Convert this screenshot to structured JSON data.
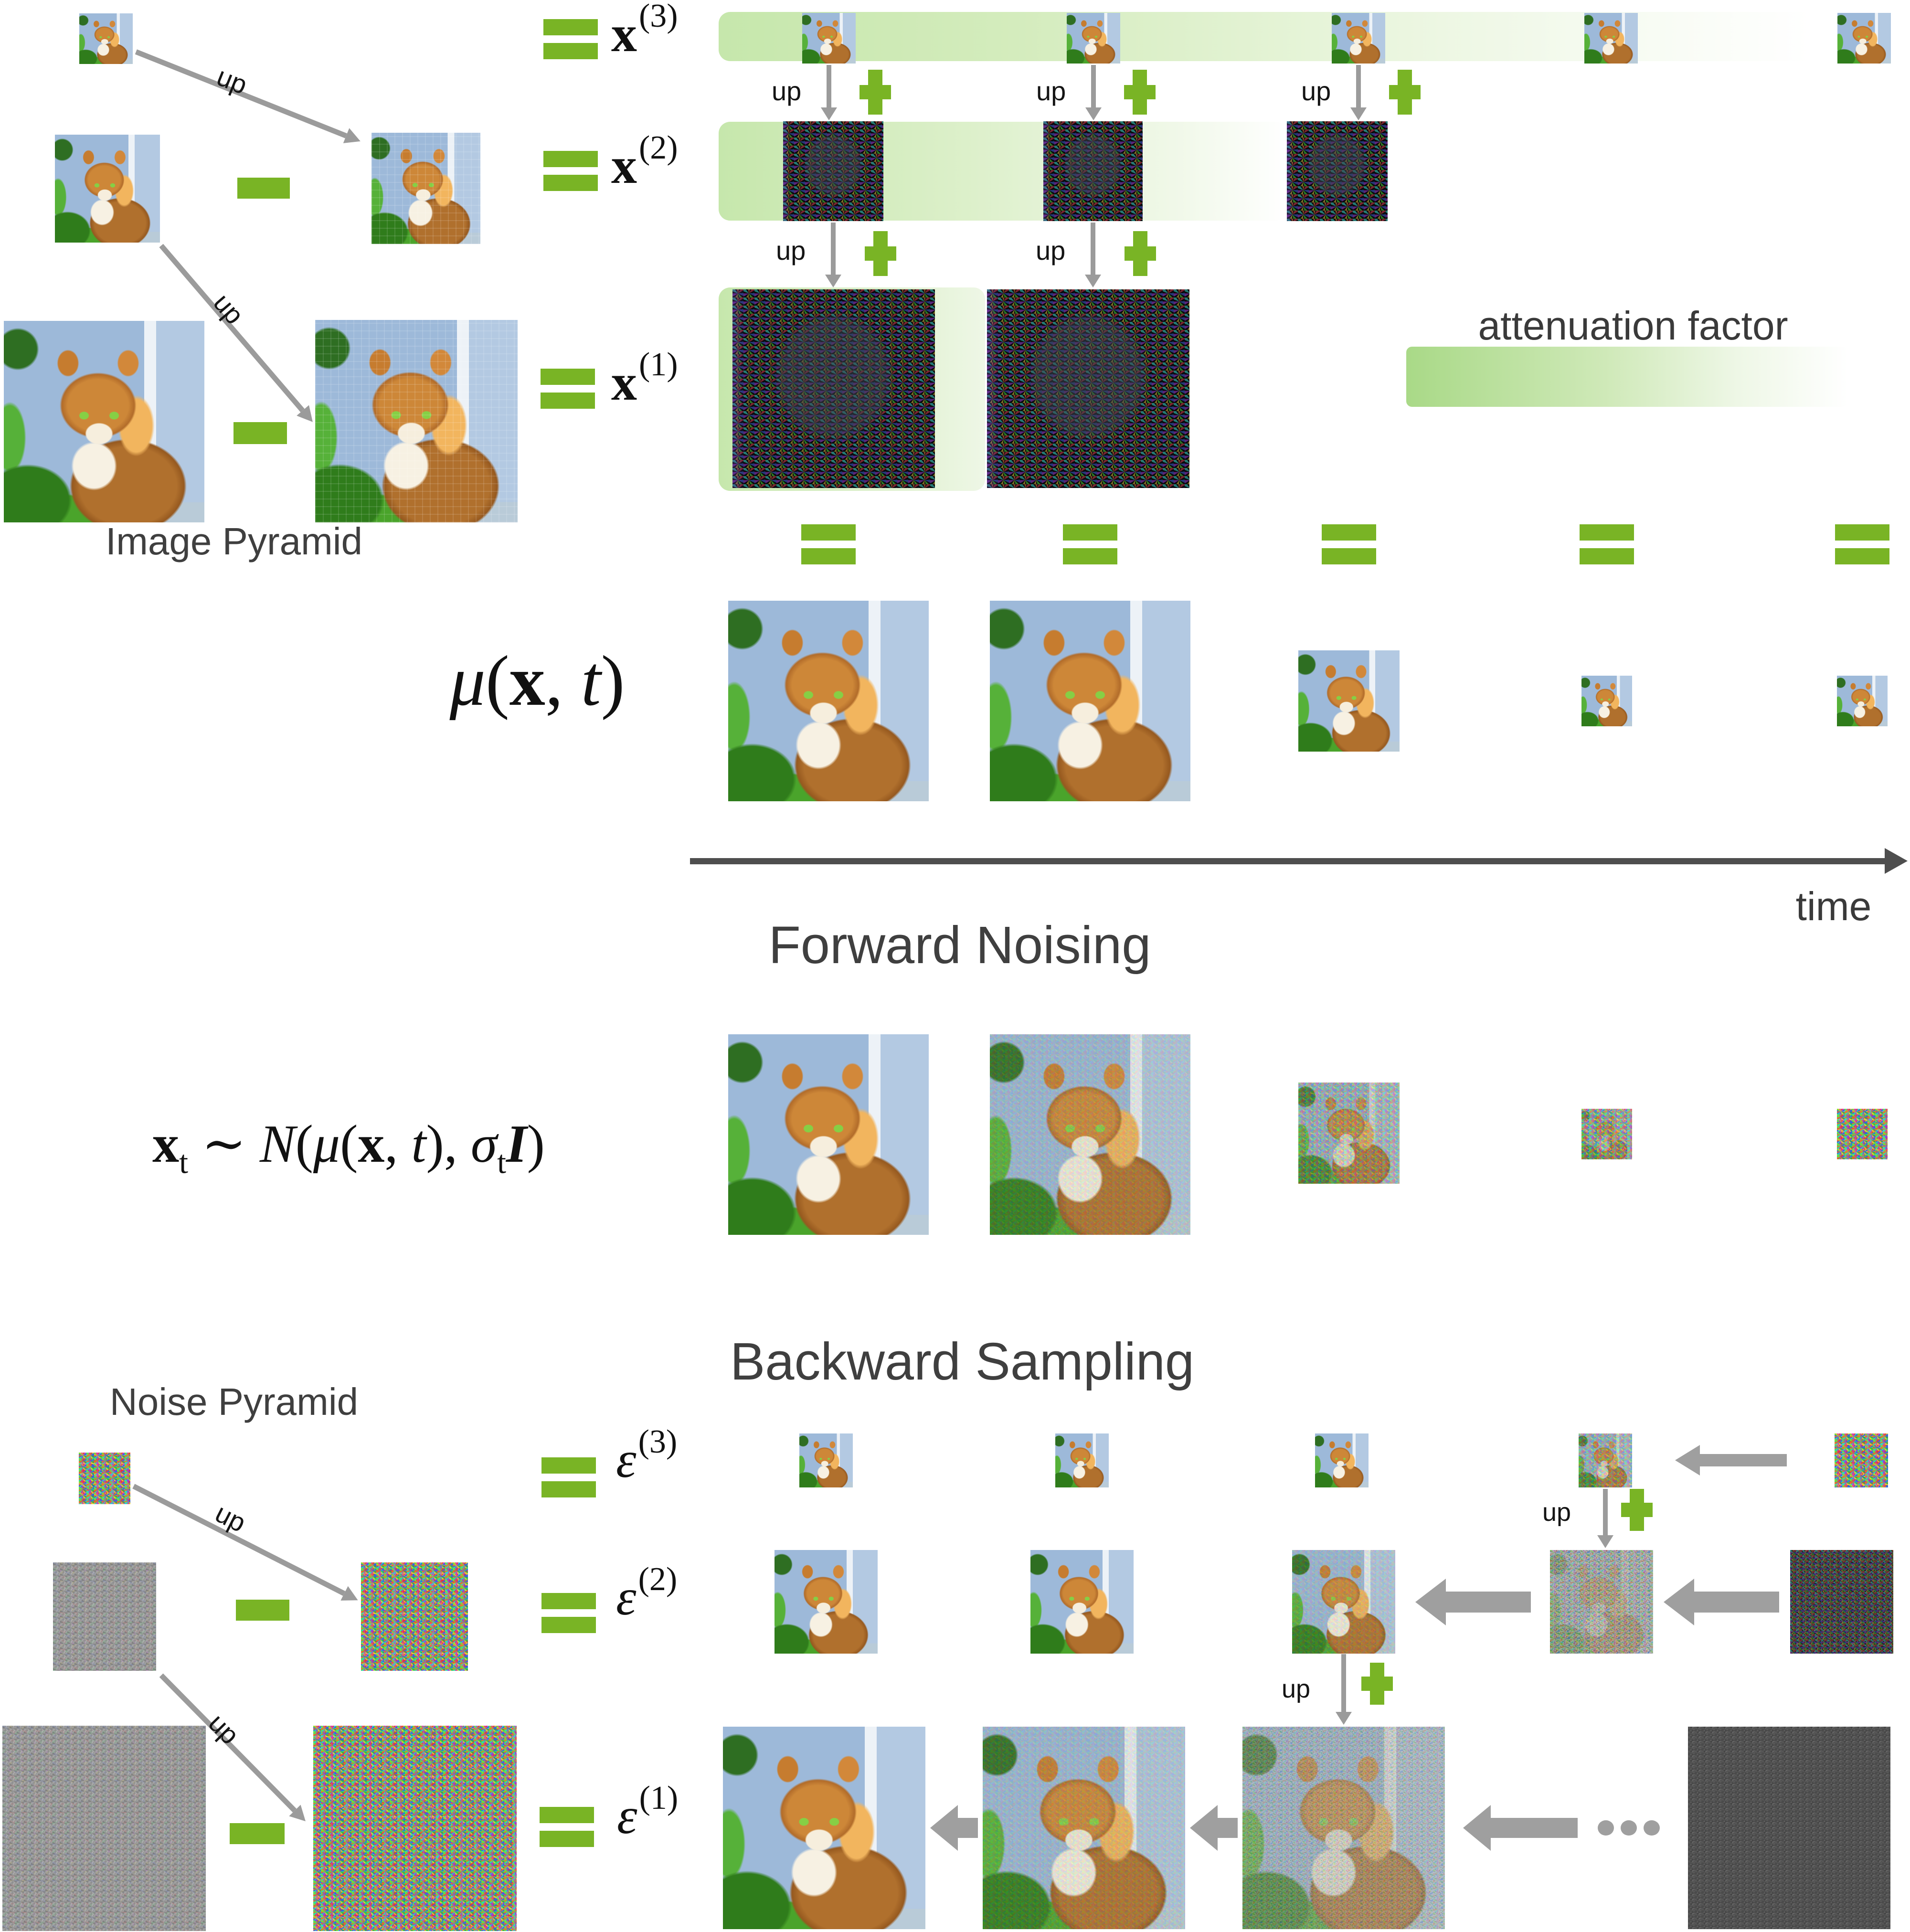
{
  "palette": {
    "accent_green": "#79b425",
    "bar_green": "#c6e7ac",
    "attenuation_green": "#a9d987",
    "arrow_gray": "#9b9b9b",
    "time_arrow_gray": "#4e4e4e",
    "title_gray": "#3f3f3f"
  },
  "labels": {
    "up": "up",
    "image_pyramid": "Image Pyramid",
    "noise_pyramid": "Noise Pyramid",
    "attenuation_factor": "attenuation factor",
    "time": "time",
    "forward_noising": "Forward Noising",
    "backward_sampling": "Backward Sampling"
  },
  "symbols": {
    "x3": {
      "base": "x",
      "sup": "(3)"
    },
    "x2": {
      "base": "x",
      "sup": "(2)"
    },
    "x1": {
      "base": "x",
      "sup": "(1)"
    },
    "eps3": {
      "base": "ε",
      "sup": "(3)"
    },
    "eps2": {
      "base": "ε",
      "sup": "(2)"
    },
    "eps1": {
      "base": "ε",
      "sup": "(1)"
    }
  },
  "mu_label": {
    "mu": "μ",
    "open": "(",
    "x": "x",
    "comma": ", ",
    "t": "t",
    "close": ")"
  },
  "formula": {
    "x": "x",
    "sub_t": "t",
    "sim": " ∼ ",
    "N": "N",
    "open": "(",
    "mu": "μ",
    "open2": "(",
    "x2": "x",
    "comma": ", ",
    "t": "t",
    "close2": "), ",
    "sigma": "σ",
    "sub_t2": "t",
    "I": "I",
    "close": ")"
  }
}
